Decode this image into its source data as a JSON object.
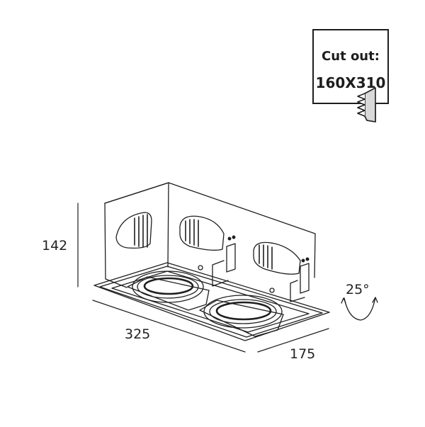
{
  "cutout": {
    "label": "Cut out:",
    "value": "160X310"
  },
  "dimensions": {
    "height": "142",
    "length": "325",
    "depth": "175",
    "tilt": "25°"
  },
  "icons": [
    "saw-icon",
    "tilt-arc-icon"
  ]
}
